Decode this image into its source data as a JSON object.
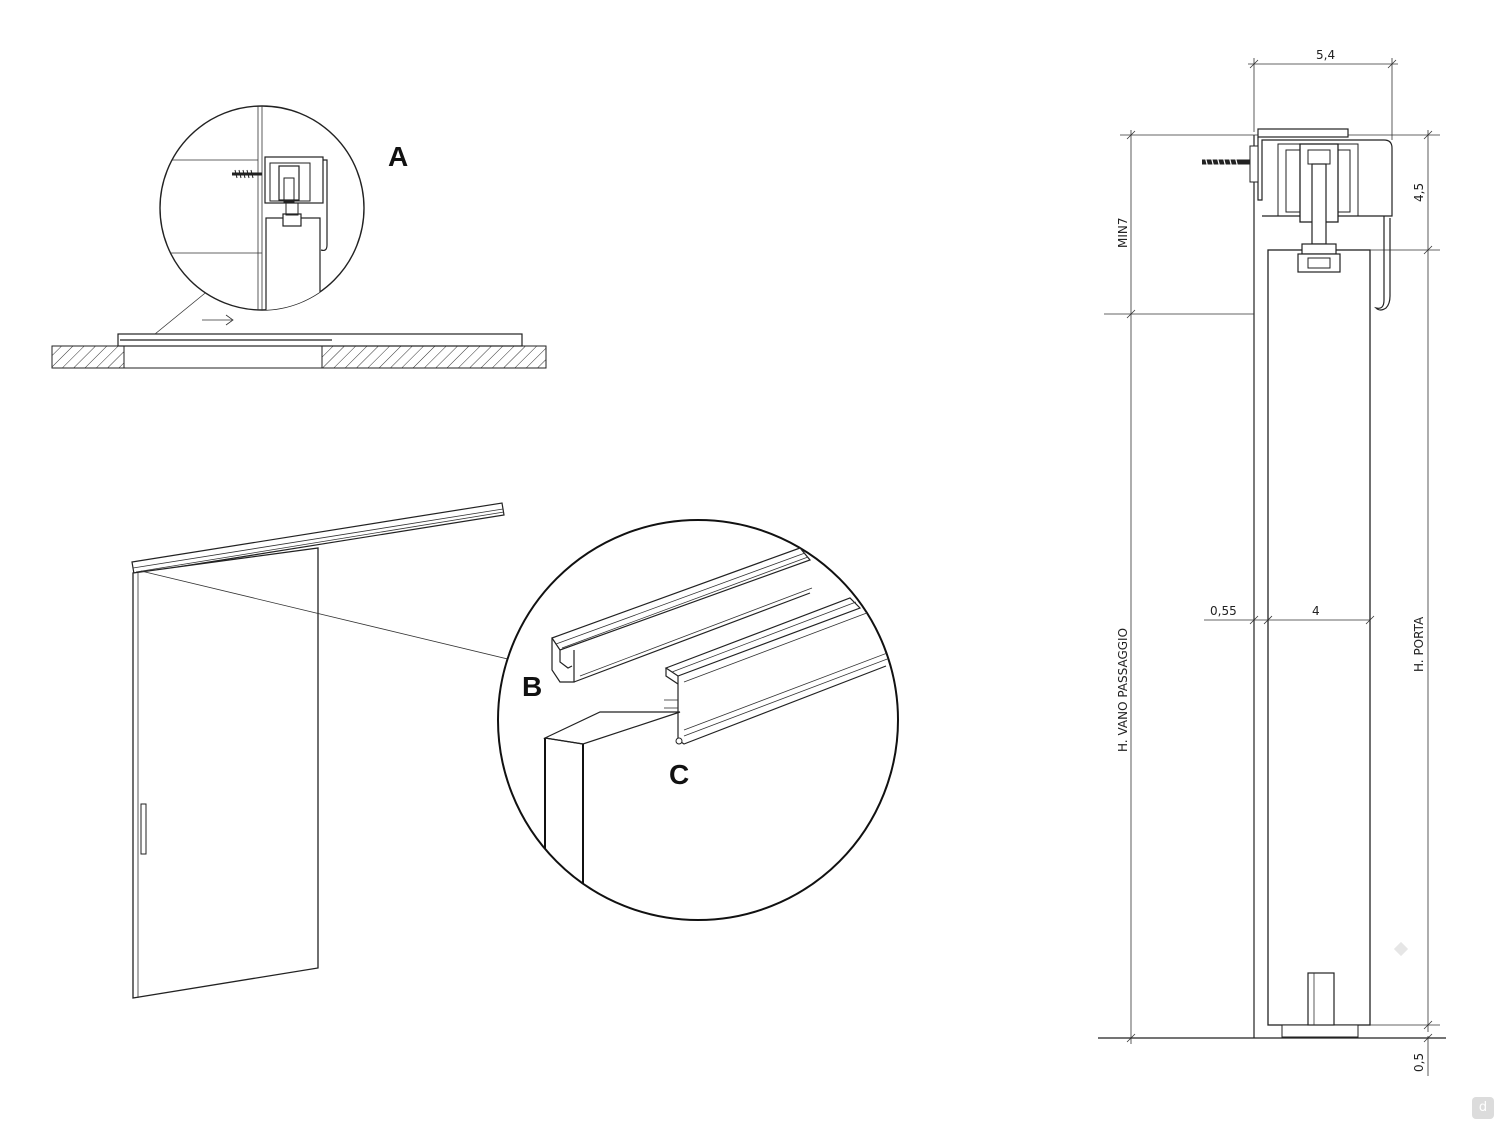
{
  "callouts": {
    "a": "A",
    "b": "B",
    "c": "C"
  },
  "dimensions": {
    "width_top": "5,4",
    "height_track": "4,5",
    "min_head": "MIN7",
    "gap_side": "0,55",
    "door_thickness": "4",
    "height_opening": "H. VANO PASSAGGIO",
    "height_door": "H. PORTA",
    "gap_floor": "0,5"
  },
  "badge": {
    "icon": "d-logo-icon",
    "label": "d"
  },
  "colors": {
    "line": "#222222",
    "background": "#ffffff",
    "badge": "#dcdcdc"
  }
}
